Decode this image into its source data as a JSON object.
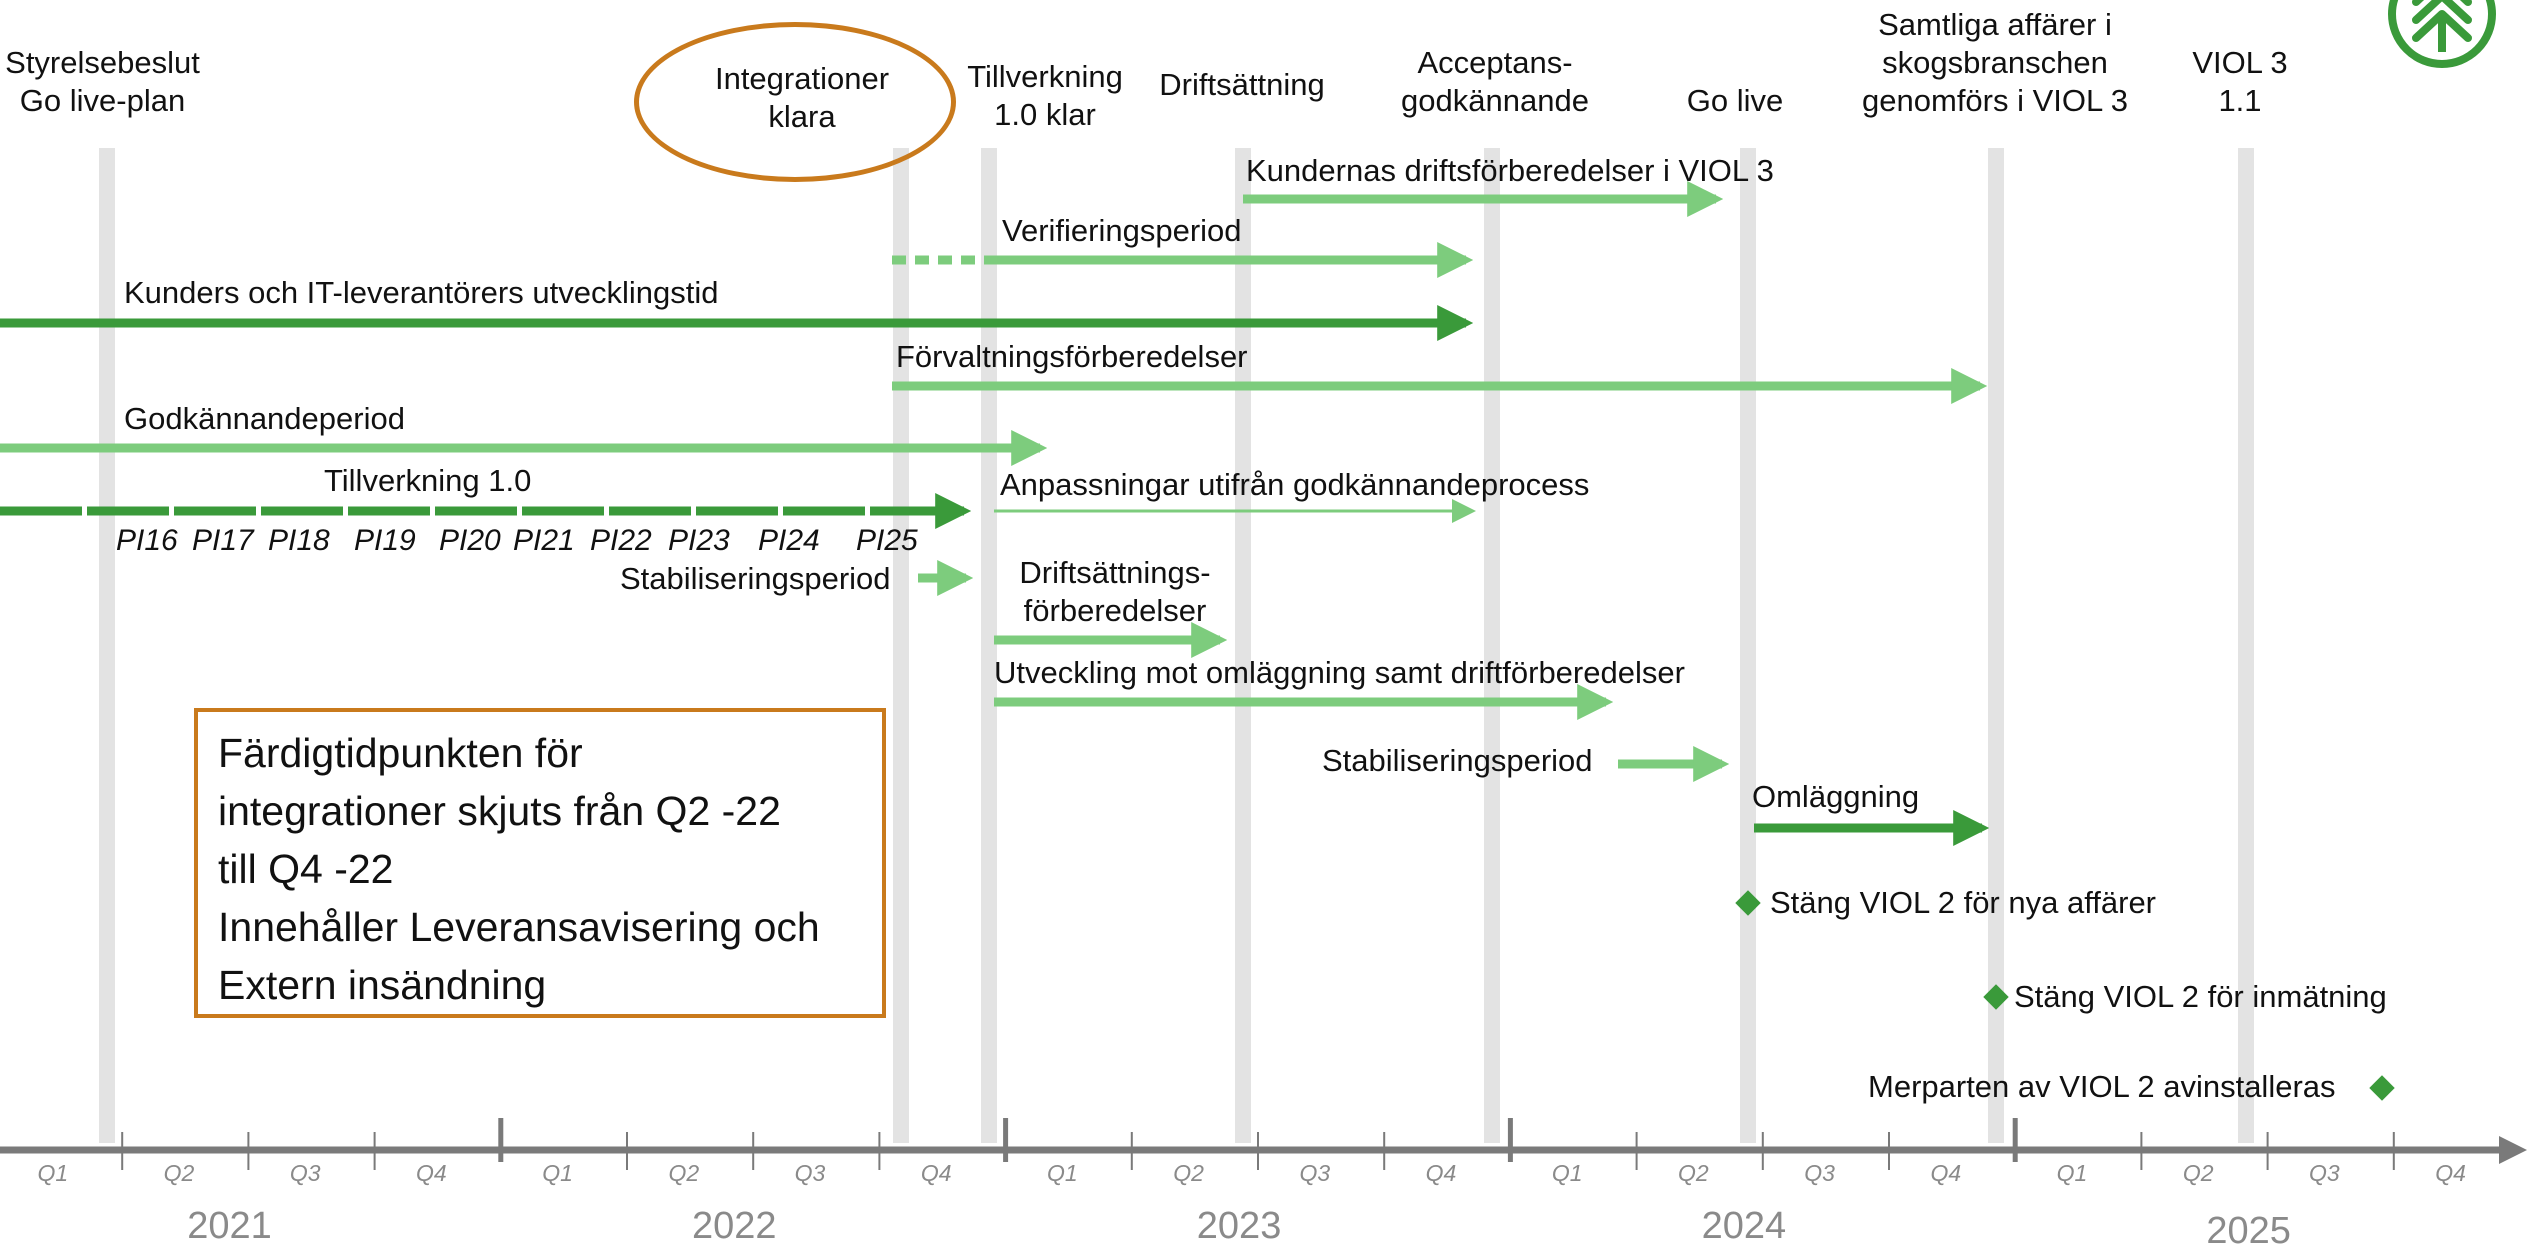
{
  "milestones": {
    "styrelsebeslut": "Styrelsebeslut\nGo live-plan",
    "integrationer": "Integrationer\nklara",
    "tillverkning_klar": "Tillverkning\n1.0 klar",
    "driftsattning": "Driftsättning",
    "acceptans": "Acceptans-\ngodkännande",
    "golive": "Go live",
    "samtliga": "Samtliga affärer i\nskogsbranschen\ngenomförs i VIOL 3",
    "viol31": "VIOL 3\n1.1"
  },
  "activities": {
    "kundernas": "Kundernas driftsförberedelser i VIOL 3",
    "verifiering": "Verifieringsperiod",
    "utvecklingstid": "Kunders och IT-leverantörers utvecklingstid",
    "forvaltning": "Förvaltningsförberedelser",
    "godkannande": "Godkännandeperiod",
    "tillverkning": "Tillverkning 1.0",
    "anpassningar": "Anpassningar utifrån godkännandeprocess",
    "stab1": "Stabiliseringsperiod",
    "driftsattning_forb": "Driftsättnings-\nförberedelser",
    "utveckling_omlaggning": "Utveckling mot omläggning samt driftförberedelser",
    "stab2": "Stabiliseringsperiod",
    "omlaggning": "Omläggning",
    "stang_nya": "Stäng VIOL 2 för nya affärer",
    "stang_inmatning": "Stäng VIOL 2 för inmätning",
    "merparten": "Merparten av VIOL 2 avinstalleras"
  },
  "pi_labels": [
    "PI16",
    "PI17",
    "PI18",
    "PI19",
    "PI20",
    "PI21",
    "PI22",
    "PI23",
    "PI24",
    "PI25"
  ],
  "note": {
    "lines": [
      "Färdigtidpunkten för",
      "integrationer skjuts från Q2 -22",
      "till Q4 -22",
      "Innehåller Leveransavisering och",
      "Extern insändning"
    ]
  },
  "axis": {
    "quarters": [
      "Q1",
      "Q2",
      "Q3",
      "Q4",
      "Q1",
      "Q2",
      "Q3",
      "Q4",
      "Q1",
      "Q2",
      "Q3",
      "Q4",
      "Q1",
      "Q2",
      "Q3",
      "Q4",
      "Q1",
      "Q2",
      "Q3",
      "Q4"
    ],
    "years": [
      "2021",
      "2022",
      "2023",
      "2024",
      "2025"
    ]
  },
  "colors": {
    "dark_green": "#3a9a3a",
    "light_green": "#7dcc7d",
    "orange": "#c97a1c",
    "gridline": "#e3e3e3",
    "axis": "#7a7a7a",
    "diamond": "#3a9a3a"
  },
  "icons": {
    "logo": "tree-logo-icon"
  }
}
